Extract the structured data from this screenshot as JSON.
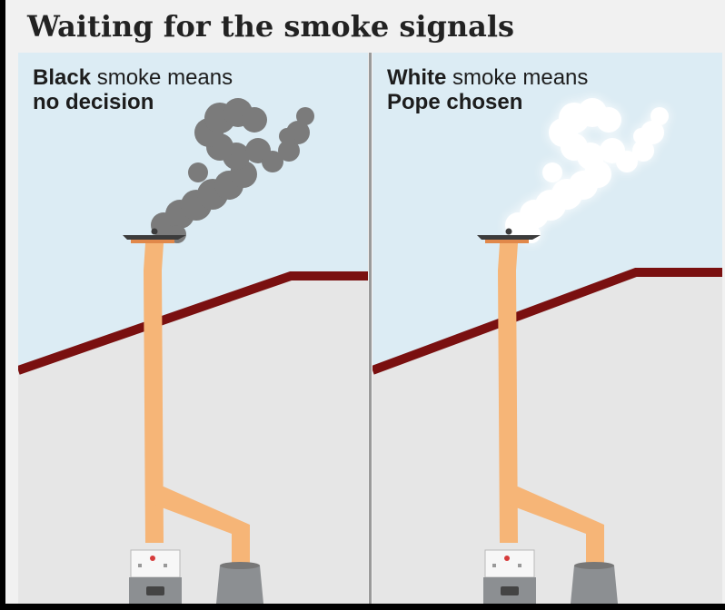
{
  "title": "Waiting for the smoke signals",
  "panels": [
    {
      "keyword": "Black",
      "rest": " smoke means",
      "line2": "no decision",
      "smoke_color": "#7b7b7b"
    },
    {
      "keyword": "White",
      "rest": " smoke means",
      "line2": "Pope chosen",
      "smoke_color": "#ffffff"
    }
  ],
  "colors": {
    "sky": "#dcecf4",
    "wall": "#e6e6e6",
    "roof_trim": "#7a1010",
    "pipe": "#f6b577",
    "stove": "#8c8f92"
  }
}
